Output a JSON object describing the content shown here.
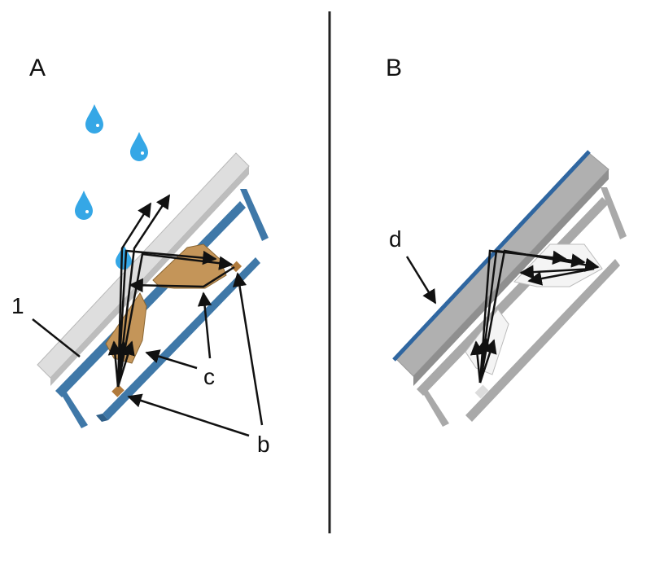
{
  "panels": [
    {
      "id": "A",
      "label": "A"
    },
    {
      "id": "B",
      "label": "B"
    }
  ],
  "callouts": {
    "one": "1",
    "b": "b",
    "c": "c",
    "d": "d"
  },
  "colors": {
    "glass": "#d9d9d9",
    "frame_blue": "#3f78a8",
    "frame_gray": "#a9a9a9",
    "resin": "#c49559",
    "water": "#35a7e6",
    "ink": "#111111",
    "coating_blue": "#2f66a0"
  }
}
